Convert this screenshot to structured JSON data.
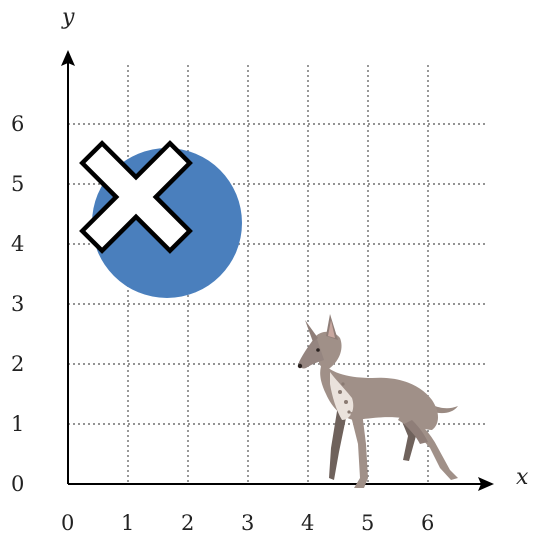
{
  "axes": {
    "x_label": "x",
    "y_label": "y",
    "x_ticks": [
      "0",
      "1",
      "2",
      "3",
      "4",
      "5",
      "6"
    ],
    "y_ticks": [
      "0",
      "1",
      "2",
      "3",
      "4",
      "5",
      "6"
    ],
    "grid": true
  },
  "objects": {
    "circle": {
      "center": [
        1.65,
        4.35
      ],
      "radius": 1.25,
      "color": "#4a7fbd"
    },
    "cross_mark": {
      "center": [
        1.2,
        4.75
      ],
      "icon": "x-mark-icon",
      "fill": "#ffffff",
      "stroke": "#000000"
    },
    "dog": {
      "icon": "dog-icon",
      "anchor": [
        4.6,
        1.6
      ]
    }
  },
  "colors": {
    "circle": "#4a7fbd",
    "axis": "#000000",
    "grid": "#555555",
    "dog_body": "#a09088"
  }
}
